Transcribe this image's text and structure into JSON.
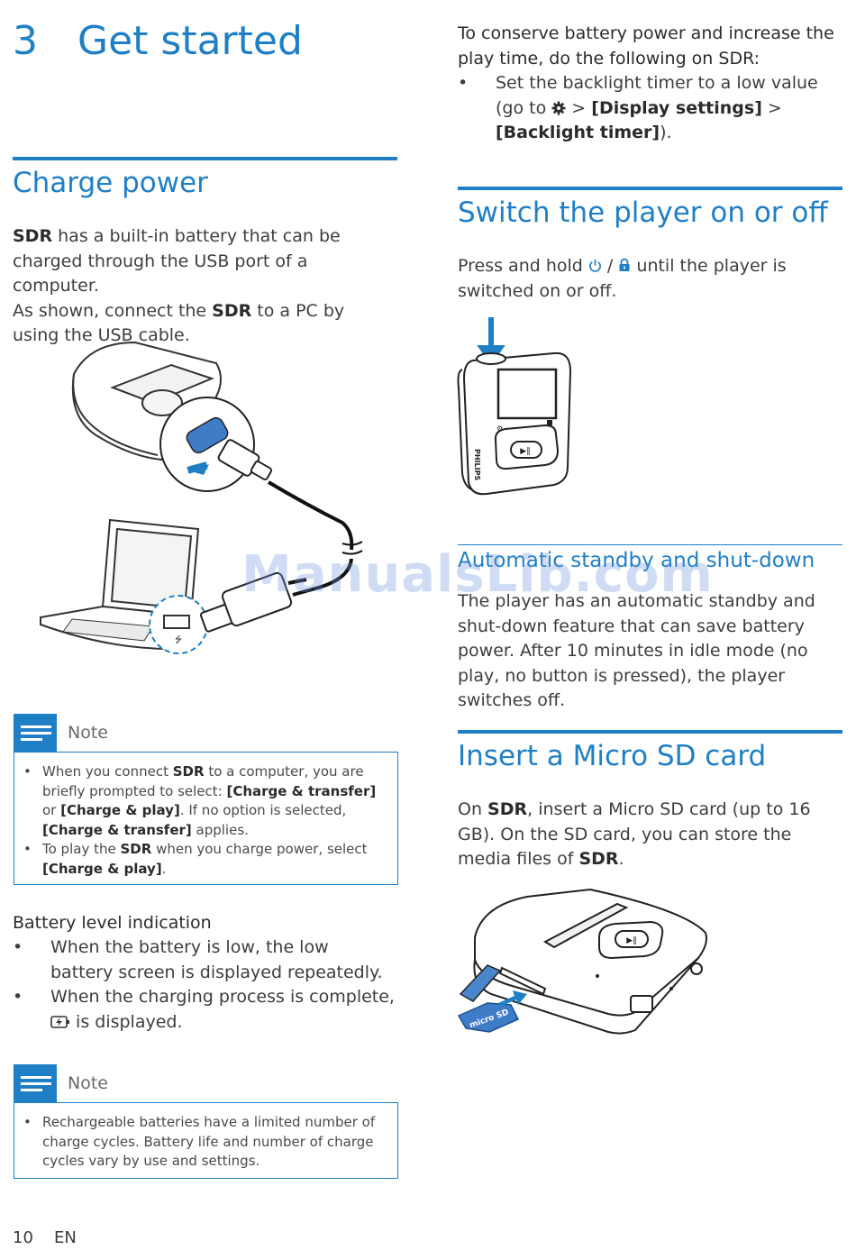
{
  "chapter": {
    "number": "3",
    "title": "Get started"
  },
  "charge": {
    "heading": "Charge power",
    "para1_pre": "SDR",
    "para1_post": " has a built-in battery that can be charged through the USB port of a computer.",
    "para2_pre": "As shown, connect the ",
    "para2_bold": "SDR",
    "para2_post": " to a PC by using the USB cable."
  },
  "note1": {
    "label": "Note",
    "item1": {
      "t1": "When you connect ",
      "b1": "SDR",
      "t2": " to a computer, you are briefly prompted to select: ",
      "b2": "[Charge & transfer]",
      "t3": " or ",
      "b3": "[Charge & play]",
      "t4": ". If no option is selected, ",
      "b4": "[Charge & transfer]",
      "t5": " applies."
    },
    "item2": {
      "t1": "To play the ",
      "b1": "SDR",
      "t2": " when you charge power, select ",
      "b2": "[Charge & play]",
      "t3": "."
    }
  },
  "battery": {
    "heading": "Battery level indication",
    "item1": "When the battery is low, the low battery screen is displayed repeatedly.",
    "item2_pre": "When the charging process is complete, ",
    "item2_post": " is displayed."
  },
  "note2": {
    "label": "Note",
    "item1": "Rechargeable batteries have a limited number of charge cycles. Battery life and number of charge cycles vary by use and settings."
  },
  "conserve": {
    "intro": "To conserve battery power and increase the play time, do the following on SDR:",
    "item1_pre": "Set the backlight timer to a low value (go to ",
    "item1_gt1": " > ",
    "item1_b1": "[Display settings]",
    "item1_gt2": " > ",
    "item1_b2": "[Backlight timer]",
    "item1_post": ")."
  },
  "switch": {
    "heading": "Switch the player on or off",
    "text_pre": "Press and hold ",
    "text_sep": " / ",
    "text_post": " until the player is switched on or off."
  },
  "standby": {
    "heading": "Automatic standby and shut-down",
    "text": "The player has an automatic standby and shut-down feature that can save battery power. After 10 minutes in idle mode (no play, no button is pressed), the player switches off."
  },
  "sdcard": {
    "heading": "Insert a Micro SD card",
    "t1": "On ",
    "b1": "SDR",
    "t2": ", insert a Micro SD card (up to 16 GB). On the SD card, you can store the media files of ",
    "b2": "SDR",
    "t3": "."
  },
  "device_brand": "PHILIPS",
  "sd_logo": "micro SD",
  "footer": {
    "page": "10",
    "lang": "EN"
  },
  "watermark": "ManualsLib.com",
  "colors": {
    "accent": "#1f7fc6",
    "text": "#3d3d3d"
  },
  "icons": {
    "settings": "gear-icon",
    "power": "power-icon",
    "lock": "lock-icon",
    "charged": "battery-charged-icon"
  }
}
